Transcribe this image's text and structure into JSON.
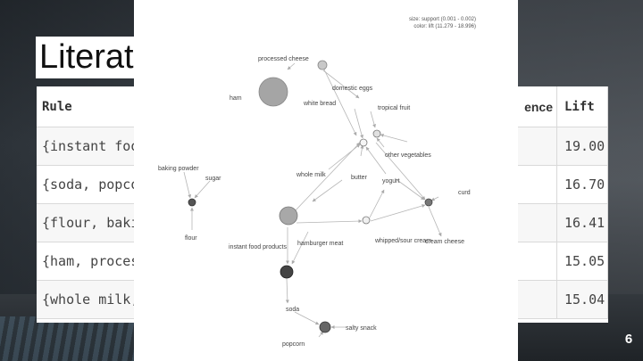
{
  "slide": {
    "title": "Literat",
    "page_number": "6"
  },
  "table": {
    "headers": {
      "rule": "Rule",
      "confidence": "ence",
      "lift": "Lift"
    },
    "rows": [
      {
        "rule": "{instant food p",
        "lift": "19.00"
      },
      {
        "rule": "{soda, popcorn",
        "lift": "16.70"
      },
      {
        "rule": "{flour, baking p",
        "lift": "16.41"
      },
      {
        "rule": "{ham, processe",
        "lift": "15.05"
      },
      {
        "rule": "{whole milk, ins",
        "lift": "15.04"
      }
    ]
  },
  "graph": {
    "legend": {
      "size_line": "size: support (0.001 - 0.002)",
      "color_line": "color: lift (11.279 - 18.996)"
    },
    "labels": {
      "processed_cheese": "processed cheese",
      "ham": "ham",
      "domestic_eggs": "domestic eggs",
      "white_bread": "white bread",
      "tropical_fruit": "tropical fruit",
      "other_vegetables": "other vegetables",
      "baking_powder": "baking powder",
      "sugar": "sugar",
      "whole_milk": "whole milk",
      "butter": "butter",
      "yogurt": "yogurt",
      "curd": "curd",
      "flour": "flour",
      "instant_food_products": "instant food products",
      "hamburger_meat": "hamburger meat",
      "whipped_sour_cream": "whipped/sour cream",
      "cream_cheese": "cream cheese",
      "soda": "soda",
      "salty_snack": "salty snack",
      "popcorn": "popcorn"
    }
  }
}
